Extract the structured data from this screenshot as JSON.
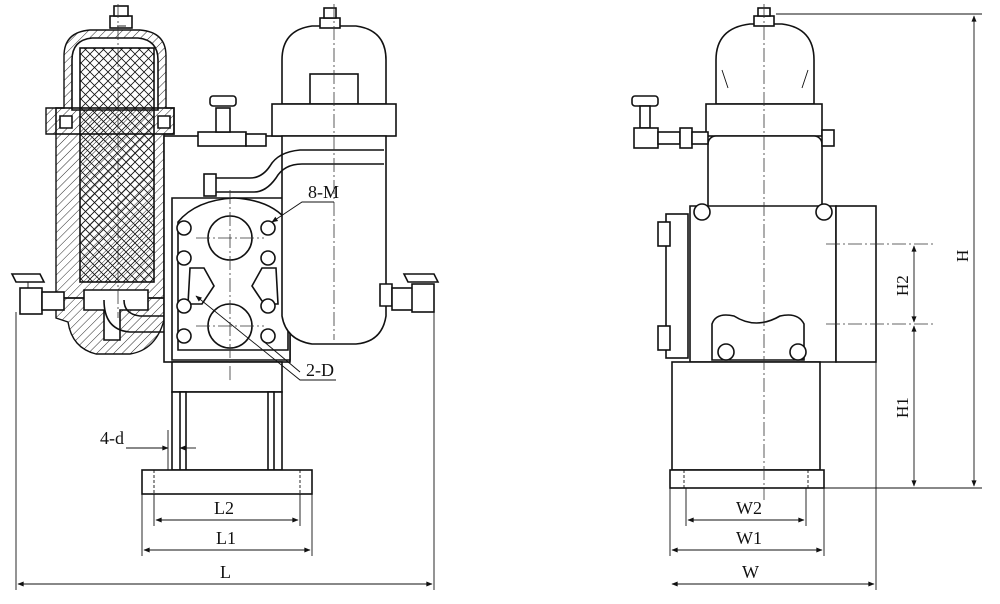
{
  "labels": {
    "bolts": "8-M",
    "ports": "2-D",
    "holes": "4-d",
    "L2": "L2",
    "L1": "L1",
    "L": "L",
    "W2": "W2",
    "W1": "W1",
    "W": "W",
    "H": "H",
    "H1": "H1",
    "H2": "H2"
  },
  "colors": {
    "line": "#111111",
    "background": "#ffffff"
  }
}
